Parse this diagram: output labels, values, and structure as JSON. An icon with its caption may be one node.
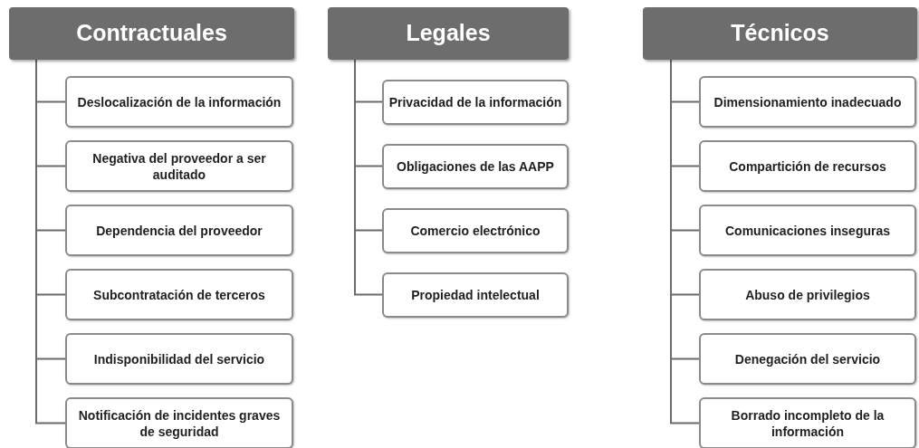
{
  "diagram": {
    "nodes": [
      {
        "text": [
          "Contractuales"
        ]
      },
      {
        "text": [
          "Deslocalización de la información"
        ]
      },
      {
        "text": [
          "Negativa del proveedor a ser auditado"
        ]
      },
      {
        "text": [
          "Dependencia del proveedor"
        ]
      },
      {
        "text": [
          "Subcontratación de terceros"
        ]
      },
      {
        "text": [
          "Indisponibilidad del servicio"
        ]
      },
      {
        "text": [
          "Notificación de incidentes graves de seguridad"
        ]
      },
      {
        "text": [
          "Legales"
        ]
      },
      {
        "text": [
          "Privacidad de la información"
        ]
      },
      {
        "text": [
          "Obligaciones de las AAPP"
        ]
      },
      {
        "text": [
          "Comercio electrónico"
        ]
      },
      {
        "text": [
          "Propiedad intelectual"
        ]
      },
      {
        "text": [
          "Técnicos"
        ]
      },
      {
        "text": [
          "Dimensionamiento inadecuado"
        ]
      },
      {
        "text": [
          "Compartición de recursos"
        ]
      },
      {
        "text": [
          "Comunicaciones inseguras"
        ]
      },
      {
        "text": [
          "Abuso de privilegios"
        ]
      },
      {
        "text": [
          "Denegación del servicio"
        ]
      },
      {
        "text": [
          "Borrado incompleto de la información"
        ]
      }
    ],
    "edges": [
      {
        "from": 0,
        "to": 1,
        "arrow": "none"
      },
      {
        "from": 0,
        "to": 2,
        "arrow": "none"
      },
      {
        "from": 0,
        "to": 3,
        "arrow": "none"
      },
      {
        "from": 0,
        "to": 4,
        "arrow": "none"
      },
      {
        "from": 0,
        "to": 5,
        "arrow": "none"
      },
      {
        "from": 0,
        "to": 6,
        "arrow": "none"
      },
      {
        "from": 7,
        "to": 8,
        "arrow": "none"
      },
      {
        "from": 7,
        "to": 9,
        "arrow": "none"
      },
      {
        "from": 7,
        "to": 10,
        "arrow": "none"
      },
      {
        "from": 7,
        "to": 11,
        "arrow": "none"
      },
      {
        "from": 12,
        "to": 13,
        "arrow": "none"
      },
      {
        "from": 12,
        "to": 14,
        "arrow": "none"
      },
      {
        "from": 12,
        "to": 15,
        "arrow": "none"
      },
      {
        "from": 12,
        "to": 16,
        "arrow": "none"
      },
      {
        "from": 12,
        "to": 17,
        "arrow": "none"
      },
      {
        "from": 12,
        "to": 18,
        "arrow": "none"
      }
    ]
  }
}
